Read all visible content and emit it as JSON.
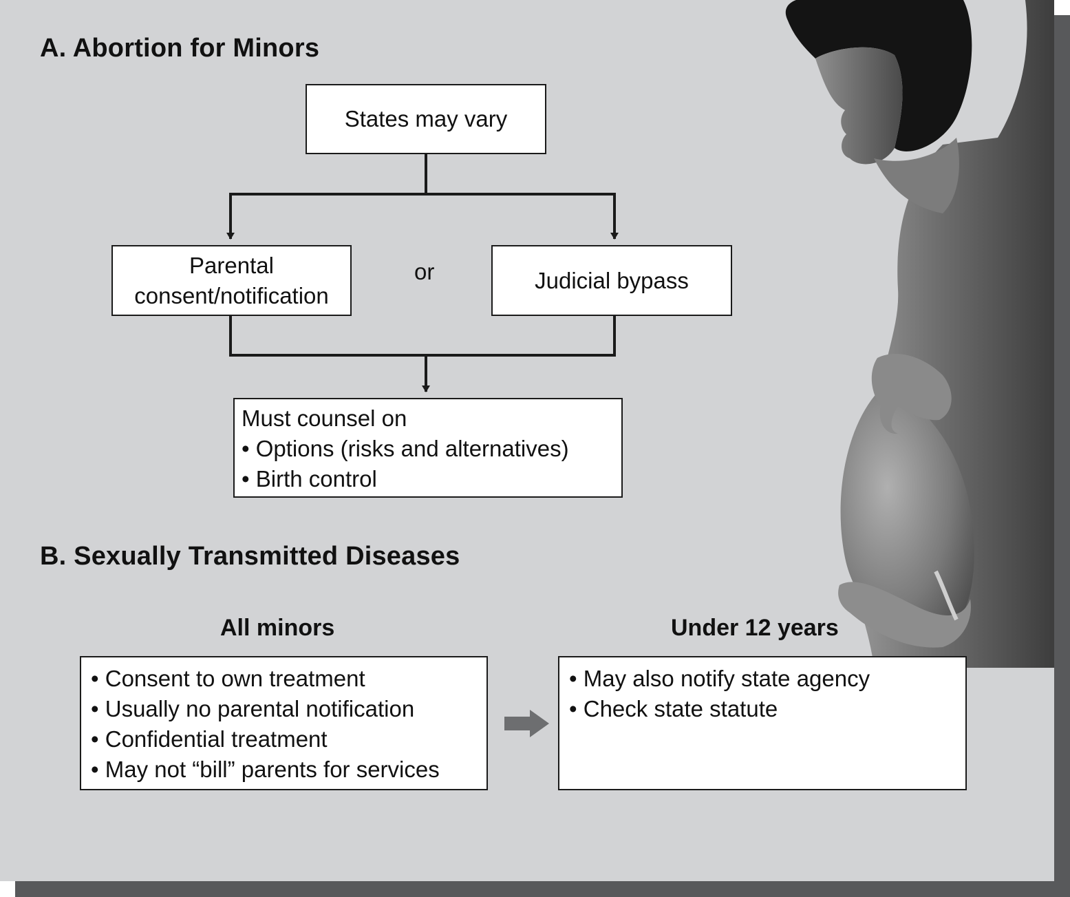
{
  "section_a": {
    "heading": "A.  Abortion for Minors",
    "top_box": "States may vary",
    "left_box": [
      "Parental",
      "consent/notification"
    ],
    "or_label": "or",
    "right_box": "Judicial bypass",
    "counsel_box": {
      "title": "Must counsel on",
      "items": [
        "Options (risks and alternatives)",
        "Birth control"
      ]
    }
  },
  "section_b": {
    "heading": "B.  Sexually Transmitted Diseases",
    "left_column": {
      "title": "All minors",
      "items": [
        "Consent to own treatment",
        "Usually no parental notification",
        "Confidential treatment",
        "May not “bill” parents for services"
      ]
    },
    "right_column": {
      "title": "Under 12 years",
      "items": [
        "May also notify state agency",
        "Check state statute"
      ]
    }
  },
  "colors": {
    "panel_background": "#d2d3d5",
    "shadow": "#58595b",
    "arrow_gray": "#6d6e70",
    "line": "#1a1a1a"
  }
}
